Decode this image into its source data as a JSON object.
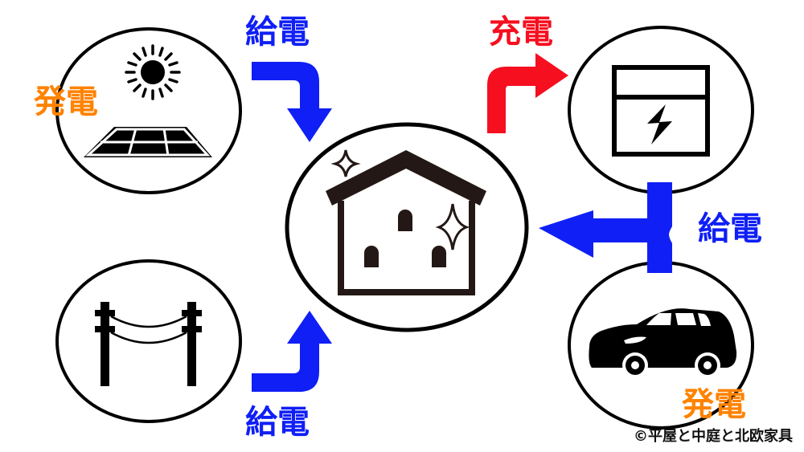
{
  "diagram": {
    "title": "",
    "nodes": [
      {
        "id": "solar",
        "icon": "solar-panel-with-sun",
        "label": "発電",
        "label_color": "#ff8200"
      },
      {
        "id": "grid",
        "icon": "utility-poles",
        "label": ""
      },
      {
        "id": "house",
        "icon": "house-with-sparkles",
        "label": ""
      },
      {
        "id": "battery",
        "icon": "storage-battery",
        "label": ""
      },
      {
        "id": "ev",
        "icon": "car",
        "label": "発電",
        "label_color": "#ff8200"
      }
    ],
    "edges": [
      {
        "from": "solar",
        "to": "house",
        "label": "給電",
        "color": "#0f1ff5"
      },
      {
        "from": "grid",
        "to": "house",
        "label": "給電",
        "color": "#0f1ff5"
      },
      {
        "from": "house",
        "to": "battery",
        "label": "充電",
        "color": "#f50f1f"
      },
      {
        "from": "battery+ev",
        "to": "house",
        "label": "給電",
        "color": "#0f1ff5"
      }
    ]
  },
  "labels": {
    "solar_generation": "発電",
    "solar_supply": "給電",
    "grid_supply": "給電",
    "battery_charge": "充電",
    "battery_ev_supply": "給電",
    "ev_generation": "発電"
  },
  "credit": "©平屋と中庭と北欧家具",
  "colors": {
    "supply_blue": "#0f1ff5",
    "charge_red": "#f50f1f",
    "generation_orange": "#ff8200",
    "icon_black": "#000000",
    "house_brown": "#231815"
  }
}
